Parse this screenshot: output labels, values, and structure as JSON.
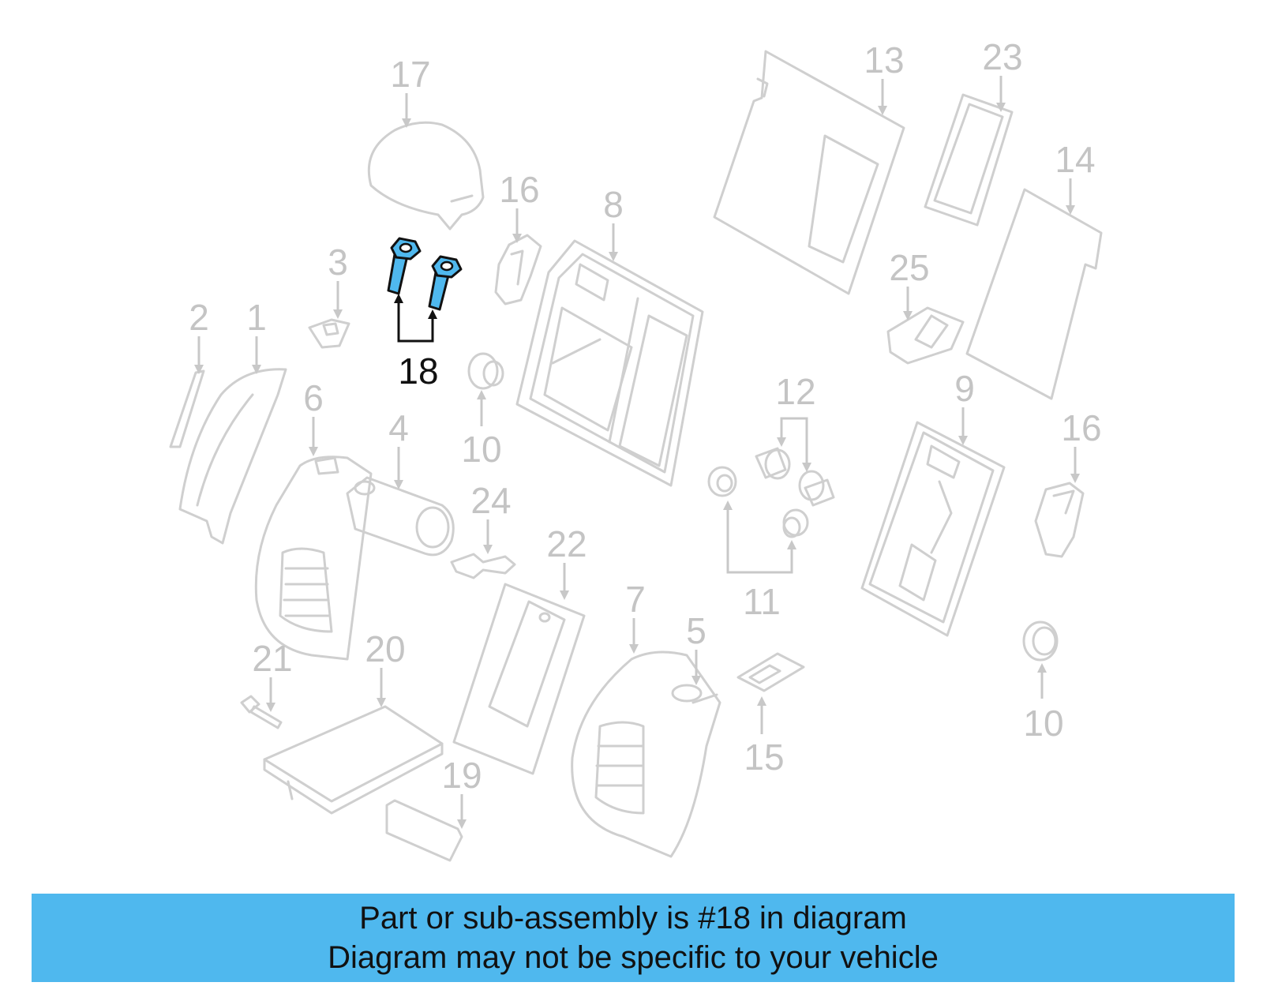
{
  "diagram": {
    "labels": {
      "p1": "1",
      "p2": "2",
      "p3": "3",
      "p4": "4",
      "p5": "5",
      "p6": "6",
      "p7": "7",
      "p8": "8",
      "p9": "9",
      "p10a": "10",
      "p10b": "10",
      "p11": "11",
      "p12": "12",
      "p13": "13",
      "p14": "14",
      "p15": "15",
      "p16a": "16",
      "p16b": "16",
      "p17": "17",
      "p18": "18",
      "p19": "19",
      "p20": "20",
      "p21": "21",
      "p22": "22",
      "p23": "23",
      "p24": "24",
      "p25": "25"
    },
    "highlighted_part": "18",
    "highlight_color": "#4FB8EE",
    "part_color": "#CFCFCF"
  },
  "banner": {
    "line1": "Part or sub-assembly is #18 in diagram",
    "line2": "Diagram may not be specific to your vehicle",
    "color": "#4FB8EE"
  }
}
